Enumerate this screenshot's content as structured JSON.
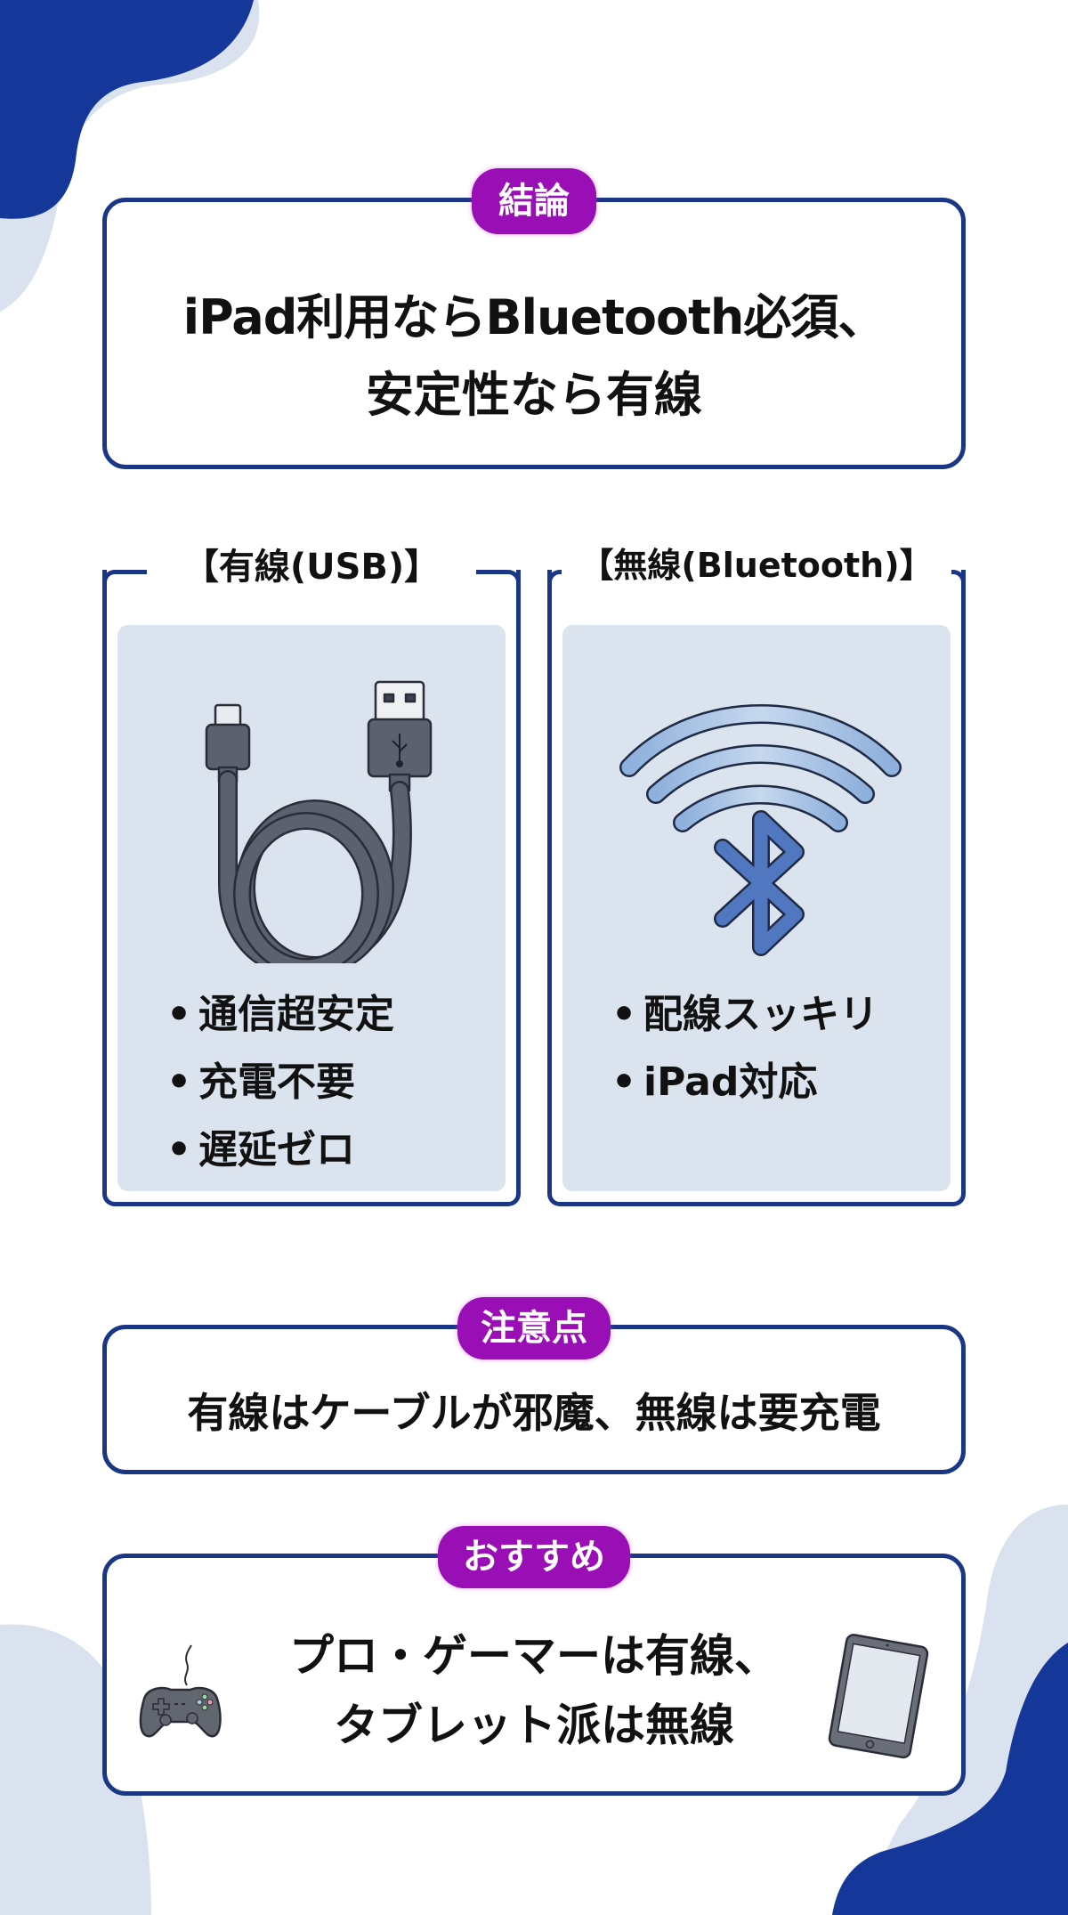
{
  "colors": {
    "navy": "#1a3684",
    "blob_light": "#d9e2ee",
    "badge_purple": "#9a0eb5",
    "panel_bg": "#dbe3ee",
    "text": "#111111"
  },
  "conclusion": {
    "badge": "結論",
    "line1": "iPad利用ならBluetooth必須、",
    "line2": "安定性なら有線"
  },
  "comparison": {
    "wired": {
      "title": "【有線(USB)】",
      "icon": "usb-cable-icon",
      "features": [
        "通信超安定",
        "充電不要",
        "遅延ゼロ"
      ]
    },
    "wireless": {
      "title": "【無線(Bluetooth)】",
      "icon": "bluetooth-icon",
      "features": [
        "配線スッキリ",
        "iPad対応"
      ]
    },
    "bullet": "•"
  },
  "caution": {
    "badge": "注意点",
    "text": "有線はケーブルが邪魔、無線は要充電"
  },
  "recommend": {
    "badge": "おすすめ",
    "line1": "プロ・ゲーマーは有線、",
    "line2": "タブレット派は無線",
    "icon_left": "gamepad-icon",
    "icon_right": "tablet-icon"
  }
}
